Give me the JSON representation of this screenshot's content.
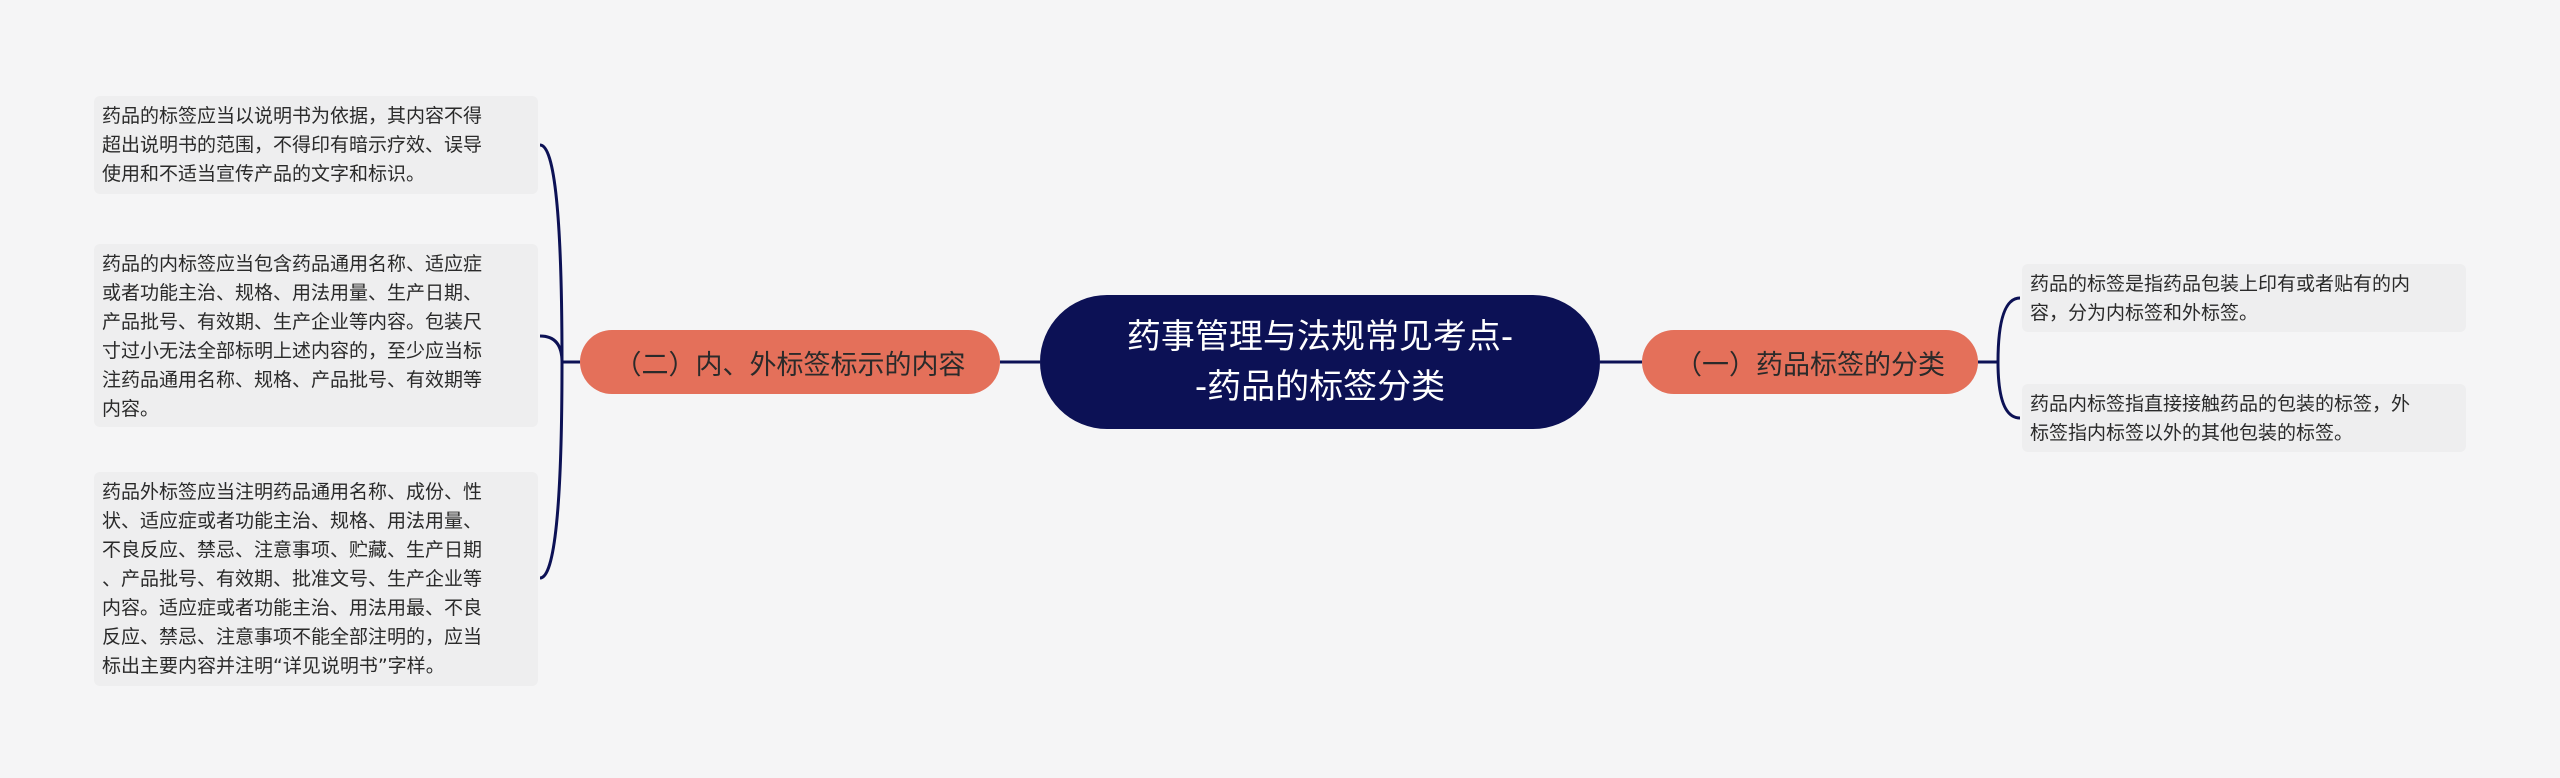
{
  "root": {
    "line1": "药事管理与法规常见考点-",
    "line2": "-药品的标签分类"
  },
  "branches": {
    "left": {
      "label": "（二）内、外标签标示的内容",
      "leaves": [
        "药品的标签应当以说明书为依据，其内容不得\n超出说明书的范围，不得印有暗示疗效、误导\n使用和不适当宣传产品的文字和标识。",
        "药品的内标签应当包含药品通用名称、适应症\n或者功能主治、规格、用法用量、生产日期、\n产品批号、有效期、生产企业等内容。包装尺\n寸过小无法全部标明上述内容的，至少应当标\n注药品通用名称、规格、产品批号、有效期等\n内容。",
        "药品外标签应当注明药品通用名称、成份、性\n状、适应症或者功能主治、规格、用法用量、\n不良反应、禁忌、注意事项、贮藏、生产日期\n、产品批号、有效期、批准文号、生产企业等\n内容。适应症或者功能主治、用法用最、不良\n反应、禁忌、注意事项不能全部注明的，应当\n标出主要内容并注明“详见说明书”字样。"
      ]
    },
    "right": {
      "label": "（一）药品标签的分类",
      "leaves": [
        "药品的标签是指药品包装上印有或者贴有的内\n容，分为内标签和外标签。",
        "药品内标签指直接接触药品的包装的标签，外\n标签指内标签以外的其他包装的标签。"
      ]
    }
  },
  "colors": {
    "background": "#f5f5f6",
    "root_fill": "#0c1155",
    "branch_fill": "#e4705a",
    "leaf_fill": "#eeeeef",
    "connector": "#0c1155"
  }
}
